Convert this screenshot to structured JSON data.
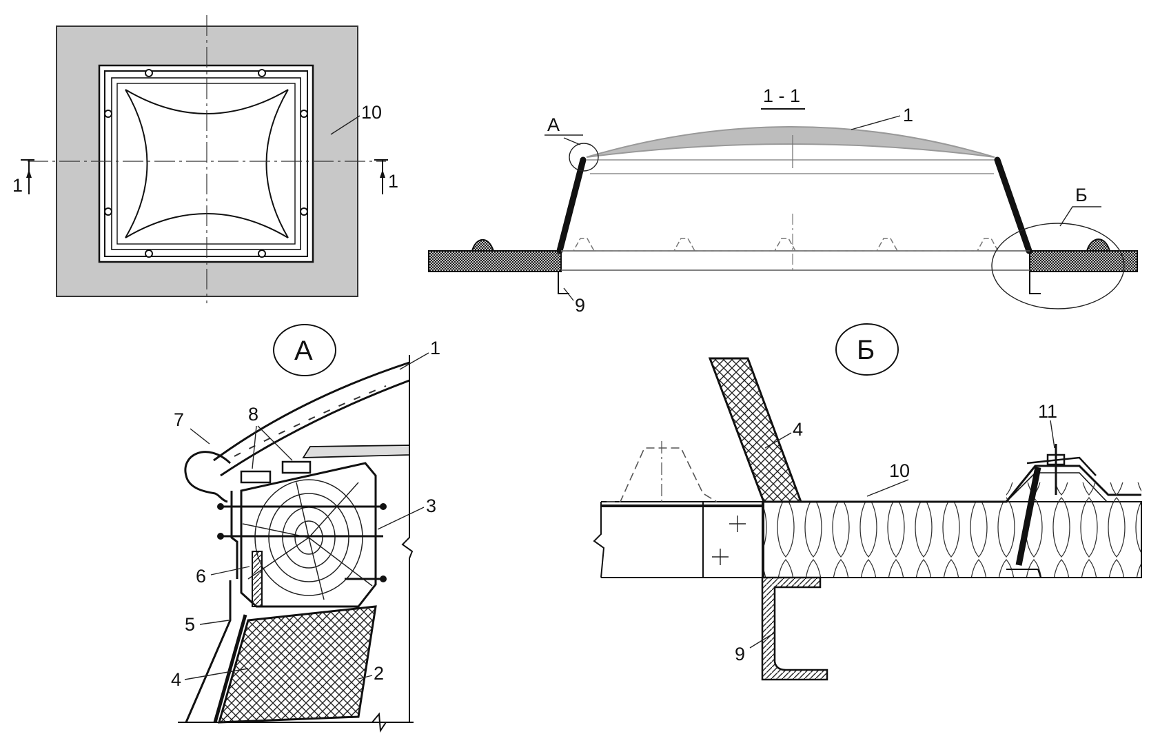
{
  "plan": {
    "section_mark_left": "1",
    "section_mark_right": "1",
    "label_10": "10"
  },
  "section": {
    "title": "1 - 1",
    "label_A": "А",
    "label_B": "Б",
    "label_1": "1",
    "label_9": "9"
  },
  "detail_A": {
    "title": "А",
    "labels": [
      "1",
      "2",
      "3",
      "4",
      "5",
      "6",
      "7",
      "8"
    ]
  },
  "detail_B": {
    "title": "Б",
    "labels": [
      "4",
      "10",
      "11",
      "9"
    ]
  }
}
